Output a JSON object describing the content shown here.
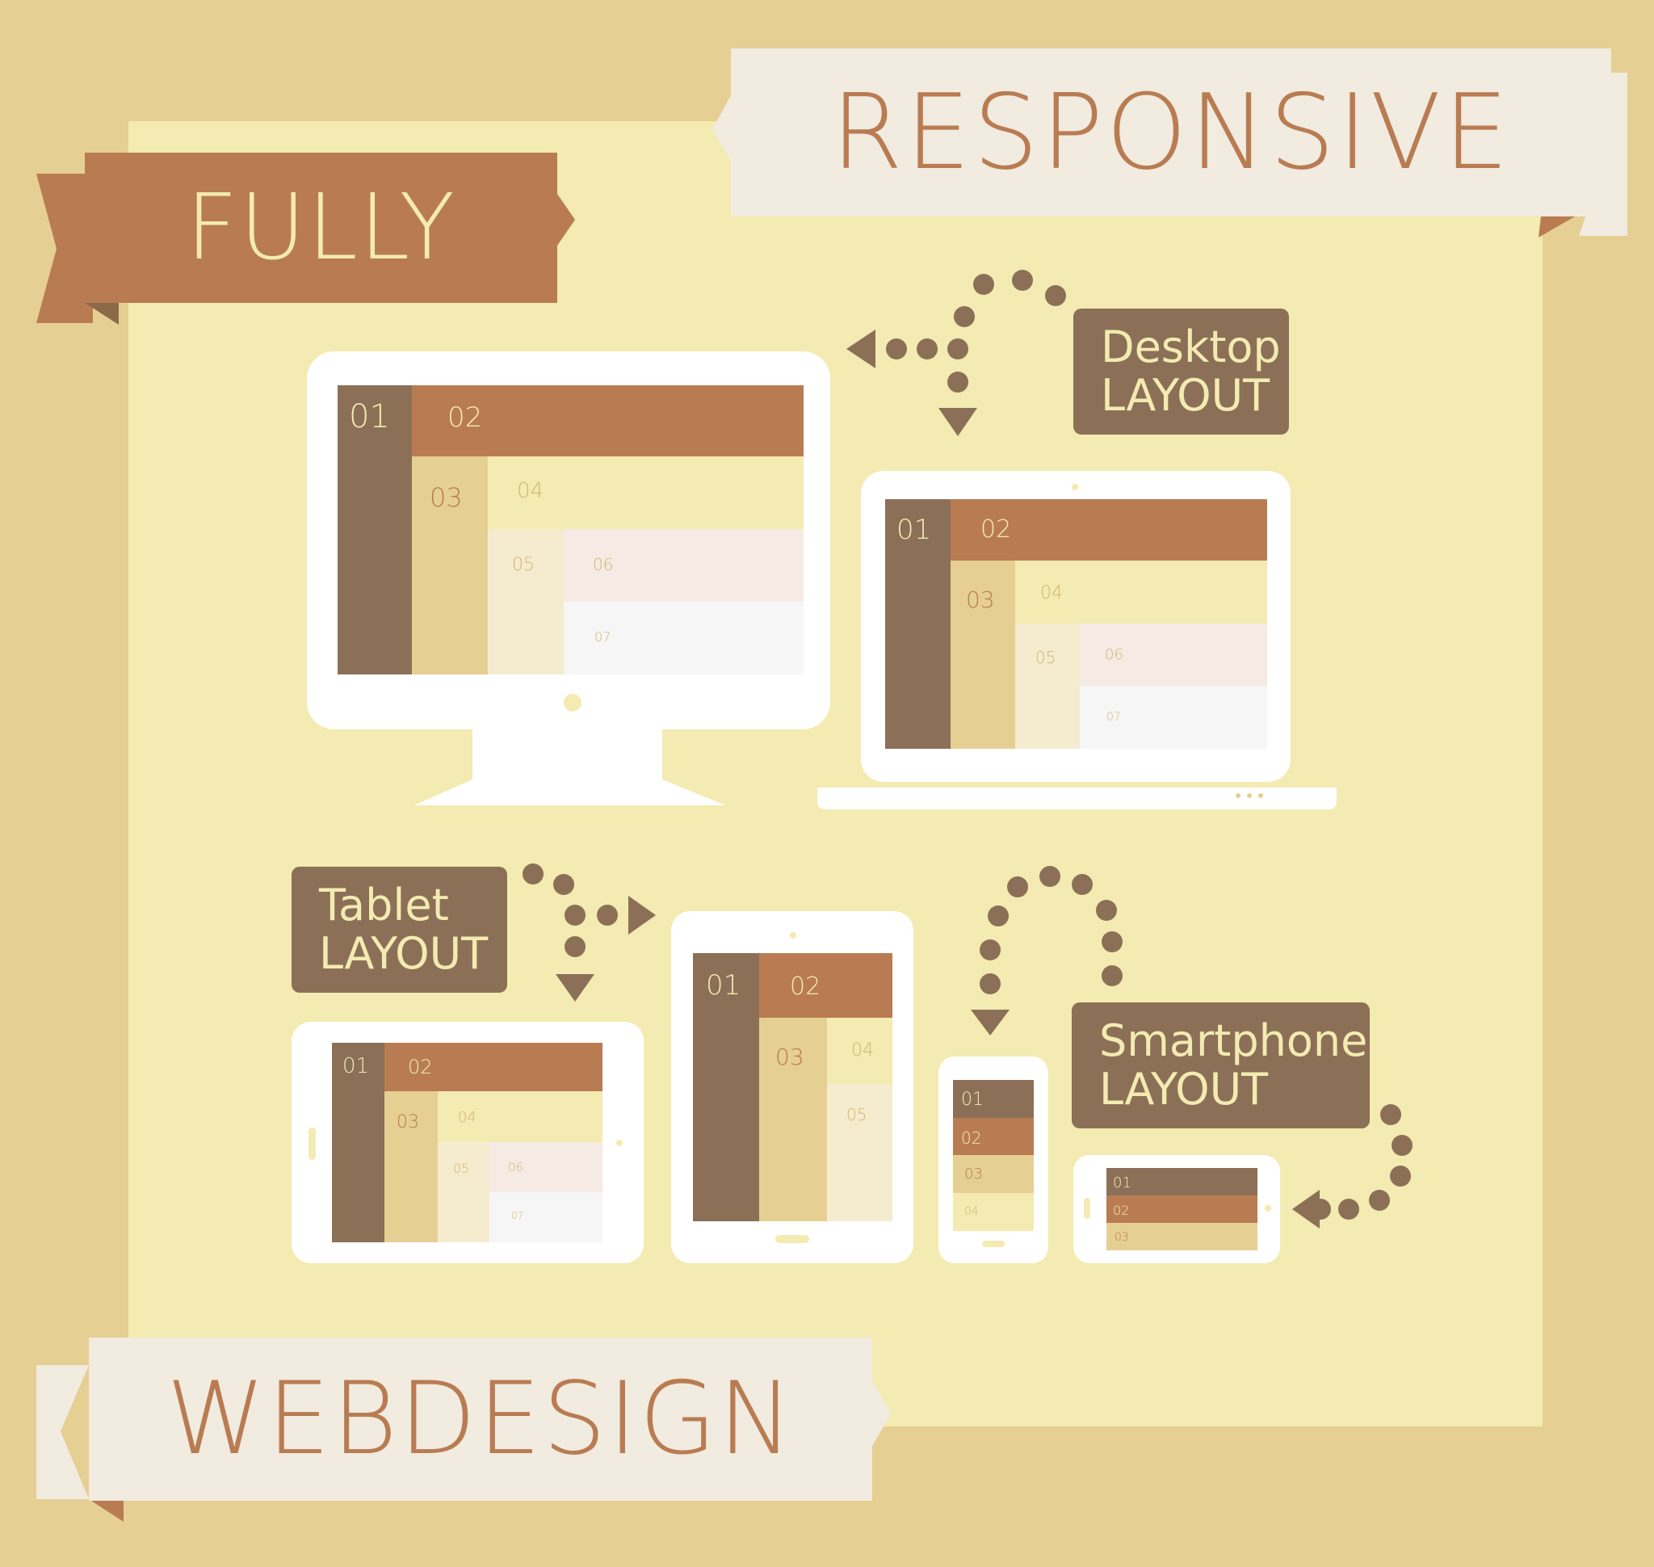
{
  "headline": {
    "word1": "FULLY",
    "word2": "RESPONSIVE",
    "word3": "WEBDESIGN"
  },
  "labels": {
    "desktop": {
      "line1": "Desktop",
      "line2": "LAYOUT"
    },
    "tablet": {
      "line1": "Tablet",
      "line2": "LAYOUT"
    },
    "smartphone": {
      "line1": "Smartphone",
      "line2": "LAYOUT"
    }
  },
  "blocks": {
    "b01": "01",
    "b02": "02",
    "b03": "03",
    "b04": "04",
    "b05": "05",
    "b06": "06",
    "b07": "07"
  },
  "colors": {
    "background": "#e6cf92",
    "panel": "#f3ebb1",
    "brown_dark": "#8b7057",
    "brown": "#b97c52",
    "sand": "#e6cf92",
    "cream": "#f5ecd0",
    "blush": "#f5ebe4",
    "white": "#ffffff"
  },
  "icons": [
    "monitor-icon",
    "laptop-icon",
    "tablet-landscape-icon",
    "tablet-portrait-icon",
    "smartphone-portrait-icon",
    "smartphone-landscape-icon",
    "dotted-arrow-icon"
  ]
}
